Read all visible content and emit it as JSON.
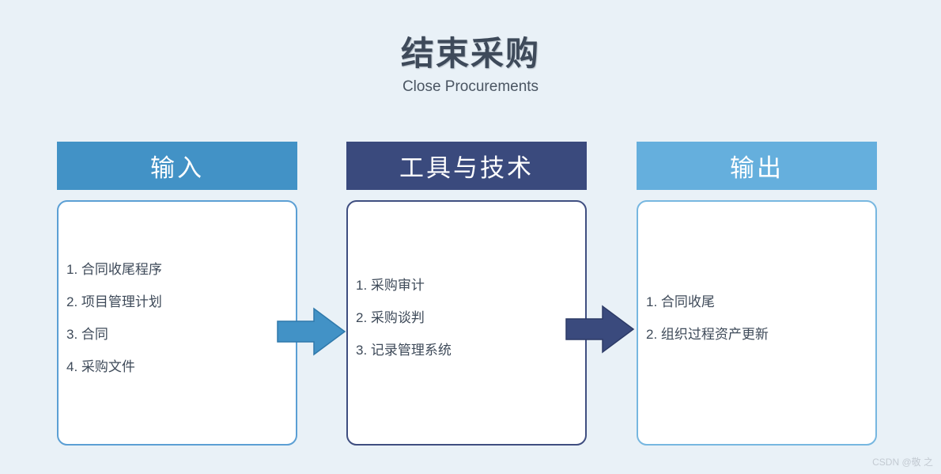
{
  "page": {
    "title": "结束采购",
    "subtitle": "Close Procurements",
    "watermark": "CSDN @敬 之"
  },
  "colors": {
    "background": "#e9f1f7",
    "title_text": "#3e4a5a",
    "subtitle_text": "#4a5562",
    "header_text": "#ffffff",
    "item_text": "#3e4a59",
    "input_header_bg": "#4292c6",
    "tools_header_bg": "#3a4a7d",
    "output_header_bg": "#65afdd",
    "input_box_border": "#5b9fd4",
    "tools_box_border": "#3f4e80",
    "output_box_border": "#77b7e0",
    "arrow_input_fill": "#4292c6",
    "arrow_input_stroke": "#2f79ab",
    "arrow_tools_fill": "#3a4a7d",
    "arrow_tools_stroke": "#2c3a66",
    "watermark_text": "#c3cad2"
  },
  "columns": [
    {
      "id": "inputs",
      "header": "输入",
      "items": [
        "1. 合同收尾程序",
        "2. 项目管理计划",
        "3. 合同",
        "4. 采购文件"
      ]
    },
    {
      "id": "tools",
      "header": "工具与技术",
      "items": [
        "1. 采购审计",
        "2. 采购谈判",
        "3. 记录管理系统"
      ]
    },
    {
      "id": "outputs",
      "header": "输出",
      "items": [
        "1. 合同收尾",
        "2. 组织过程资产更新"
      ]
    }
  ]
}
